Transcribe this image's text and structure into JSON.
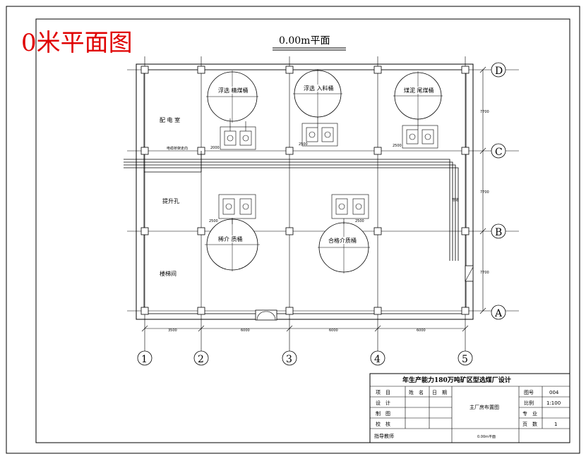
{
  "sheet_label": "0米平面图",
  "plan_title": "0.00m平面",
  "axes": {
    "cols": [
      "1",
      "2",
      "3",
      "4",
      "5"
    ],
    "rows": [
      "D",
      "C",
      "B",
      "A"
    ]
  },
  "rooms": {
    "power": "配 电 室",
    "lift": "提升孔",
    "stair": "楼梯间"
  },
  "tanks": {
    "t1": "浮选 精煤桶",
    "t2": "浮选 入料桶",
    "t3": "煤泥 尾煤桶",
    "t4": "稀介 质桶",
    "t5": "合格介质桶"
  },
  "small_labels": {
    "cable": "电缆桥架走向",
    "pipe": "管道"
  },
  "dims": {
    "v_dc": "7700",
    "v_cb": "7700",
    "v_ba": "7700",
    "h_12": "3500",
    "h_23": "6000",
    "h_34": "6000",
    "h_45": "6000",
    "p1": "2000",
    "p2": "2500",
    "p3": "2500",
    "p4": "2500",
    "p5": "2500"
  },
  "title_block": {
    "title": "年生产能力180万吨矿区型选煤厂设计",
    "item": "项　目",
    "name": "姓　名",
    "date": "日　期",
    "design": "设　计",
    "draw": "制　图",
    "check": "校　核",
    "advisor": "指导教师",
    "drawing_name": "主厂房布置图",
    "drawing_sub": "0.00m平面",
    "no_label": "图号",
    "no_value": "004",
    "scale_label": "比例",
    "scale_value": "1:100",
    "major_label": "专　业",
    "pages_label": "页　数",
    "pages_value": "1"
  }
}
